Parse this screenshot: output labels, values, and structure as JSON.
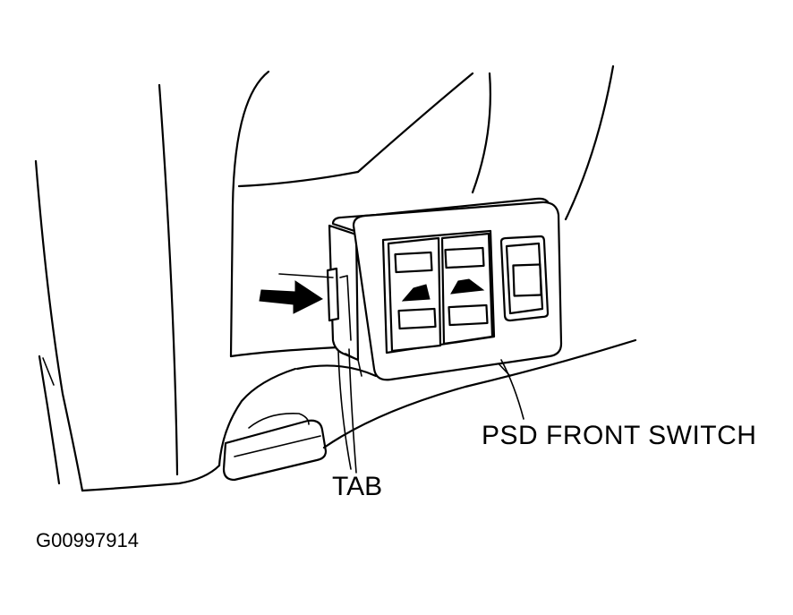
{
  "labels": {
    "switch_name": "PSD FRONT SWITCH",
    "tab": "TAB",
    "figure_id": "G00997914"
  },
  "icons": {
    "pointer": "arrow-right-icon",
    "window_up": "window-up-icon",
    "window_down": "window-down-icon"
  },
  "colors": {
    "ink": "#000000",
    "paper": "#ffffff"
  }
}
